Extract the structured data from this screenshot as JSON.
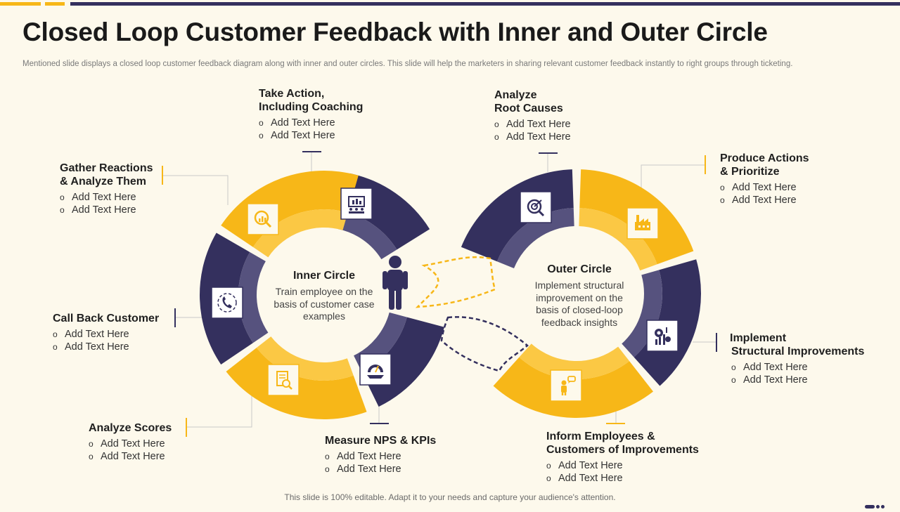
{
  "title": "Closed Loop Customer Feedback with Inner and Outer Circle",
  "subtitle": "Mentioned  slide displays a closed loop customer feedback diagram along with inner and outer circles. This slide will help the marketers in sharing relevant customer feedback instantly to right groups through ticketing.",
  "footer": "This slide is 100% editable. Adapt it to your needs and capture your audience's attention.",
  "colors": {
    "navy": "#34305E",
    "navy_light": "#56527E",
    "gold": "#F7B718",
    "gold_light": "#FBC844",
    "background": "#FDF9EC"
  },
  "inner_circle": {
    "title": "Inner Circle",
    "body": "Train employee on the basis of customer case examples",
    "segments": [
      {
        "id": "take-action",
        "icon": "presentation-icon"
      },
      {
        "id": "measure-nps",
        "icon": "gauge-icon"
      },
      {
        "id": "analyze-scores",
        "icon": "document-search-icon"
      },
      {
        "id": "call-back",
        "icon": "phone-icon"
      },
      {
        "id": "gather-reactions",
        "icon": "magnifier-chart-icon"
      }
    ],
    "person_icon": "person-icon"
  },
  "outer_circle": {
    "title": "Outer Circle",
    "body": "Implement structural improvement on the basis of closed-loop feedback insights",
    "segments": [
      {
        "id": "analyze-root",
        "icon": "target-magnifier-icon"
      },
      {
        "id": "produce-actions",
        "icon": "factory-icon"
      },
      {
        "id": "implement",
        "icon": "gear-chart-icon"
      },
      {
        "id": "inform",
        "icon": "person-speech-icon"
      }
    ]
  },
  "labels": {
    "take_action": {
      "head1": "Take Action,",
      "head2": "Including Coaching",
      "items": [
        "Add Text Here",
        "Add Text Here"
      ]
    },
    "gather": {
      "head1": "Gather Reactions",
      "head2": "& Analyze Them",
      "items": [
        "Add Text Here",
        "Add Text Here"
      ]
    },
    "call_back": {
      "head1": "Call Back Customer",
      "items": [
        "Add Text Here",
        "Add Text Here"
      ]
    },
    "analyze_scores": {
      "head1": "Analyze Scores",
      "items": [
        "Add Text Here",
        "Add Text Here"
      ]
    },
    "measure": {
      "head1": "Measure NPS & KPIs",
      "items": [
        "Add Text Here",
        "Add Text Here"
      ]
    },
    "root": {
      "head1": "Analyze",
      "head2": "Root Causes",
      "items": [
        "Add Text Here",
        "Add Text Here"
      ]
    },
    "produce": {
      "head1": "Produce Actions",
      "head2": "& Prioritize",
      "items": [
        "Add Text Here",
        "Add Text Here"
      ]
    },
    "implement": {
      "head1": "Implement",
      "head2": "Structural Improvements",
      "items": [
        "Add Text Here",
        "Add Text Here"
      ]
    },
    "inform": {
      "head1": "Inform Employees &",
      "head2": "Customers of Improvements",
      "items": [
        "Add Text Here",
        "Add Text Here"
      ]
    }
  }
}
